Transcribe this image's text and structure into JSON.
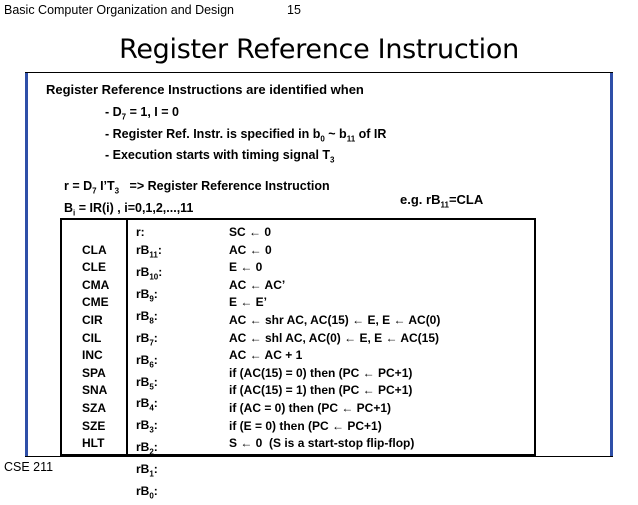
{
  "header": {
    "course": "Basic Computer Organization and Design",
    "page": "15"
  },
  "title": "Register Reference Instruction",
  "intro": "Register Reference Instructions are identified when",
  "bullets": [
    {
      "prefix": "- D",
      "s1": "7",
      "mid": " = 1,  I = 0",
      "s2": "",
      "end": ""
    },
    {
      "prefix": "- Register Ref. Instr. is specified in b",
      "s1": "0",
      "mid": " ~ b",
      "s2": "11",
      "end": " of IR"
    },
    {
      "prefix": "- Execution starts with timing signal T",
      "s1": "3",
      "mid": "",
      "s2": "",
      "end": ""
    }
  ],
  "defs": {
    "line1": {
      "a": "r = D",
      "s1": "7",
      "b": " I’T",
      "s2": "3",
      "c": "   => Register Reference Instruction"
    },
    "line2": {
      "a": "B",
      "s1": "i",
      "b": " = IR(i) , i=0,1,2,...,11"
    }
  },
  "example": {
    "a": "e.g. rB",
    "s": "11",
    "b": "=CLA"
  },
  "table": {
    "header": {
      "name": "",
      "code": "r:",
      "op": "SC ← 0"
    },
    "rows": [
      {
        "name": "CLA",
        "code": "rB",
        "sub": "11",
        "op": "AC ← 0"
      },
      {
        "name": "CLE",
        "code": "rB",
        "sub": "10",
        "op": "E ← 0"
      },
      {
        "name": "CMA",
        "code": "rB",
        "sub": "9",
        "op": "AC ← AC’"
      },
      {
        "name": "CME",
        "code": "rB",
        "sub": "8",
        "op": "E ← E’"
      },
      {
        "name": "CIR",
        "code": "rB",
        "sub": "7",
        "op": "AC ← shr AC, AC(15) ← E, E ← AC(0)"
      },
      {
        "name": "CIL",
        "code": "rB",
        "sub": "6",
        "op": "AC ← shl AC, AC(0) ← E, E ← AC(15)"
      },
      {
        "name": "INC",
        "code": "rB",
        "sub": "5",
        "op": "AC ← AC + 1"
      },
      {
        "name": "SPA",
        "code": "rB",
        "sub": "4",
        "op": "if (AC(15) = 0) then (PC ← PC+1)"
      },
      {
        "name": "SNA",
        "code": "rB",
        "sub": "3",
        "op": "if (AC(15) = 1) then (PC ← PC+1)"
      },
      {
        "name": "SZA",
        "code": "rB",
        "sub": "2",
        "op": "if (AC = 0) then (PC ← PC+1)"
      },
      {
        "name": "SZE",
        "code": "rB",
        "sub": "1",
        "op": "if (E = 0) then (PC ← PC+1)"
      },
      {
        "name": "HLT",
        "code": "rB",
        "sub": "0",
        "op": "S ← 0  (S is a start-stop flip-flop)"
      }
    ]
  },
  "footer": "CSE 211",
  "colors": {
    "frame_stripe": "#2f4fa8"
  }
}
